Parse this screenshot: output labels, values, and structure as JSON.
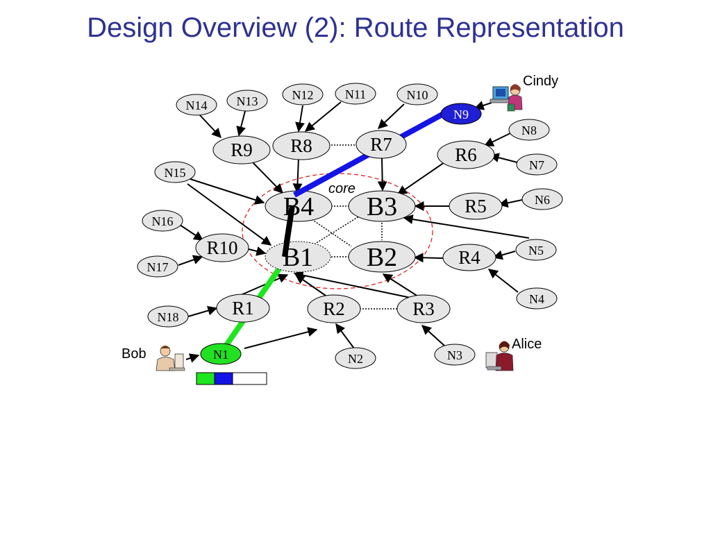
{
  "title": "Design Overview (2): Route Representation",
  "core_label": "core",
  "people": {
    "cindy": "Cindy",
    "alice": "Alice",
    "bob": "Bob"
  },
  "colors": {
    "title": "#2e3192",
    "node_fill": "#e6e6e6",
    "n9_fill": "#1f1fd6",
    "n1_fill": "#22e022",
    "blue_path": "#1414e6",
    "green_path": "#1ee61e",
    "black_path": "#000000",
    "core_ring": "#e02020"
  },
  "nodes": {
    "n14": "N14",
    "n13": "N13",
    "n12": "N12",
    "n11": "N11",
    "n10": "N10",
    "n9": "N9",
    "n8": "N8",
    "n7": "N7",
    "n6": "N6",
    "n5": "N5",
    "n4": "N4",
    "n3": "N3",
    "n2": "N2",
    "n1": "N1",
    "n15": "N15",
    "n16": "N16",
    "n17": "N17",
    "n18": "N18",
    "r9": "R9",
    "r8": "R8",
    "r7": "R7",
    "r6": "R6",
    "r5": "R5",
    "r4": "R4",
    "r3": "R3",
    "r2": "R2",
    "r1": "R1",
    "r10": "R10",
    "b4": "B4",
    "b3": "B3",
    "b2": "B2",
    "b1": "B1"
  },
  "route_bar": {
    "segments": [
      {
        "color": "#1ee61e",
        "meaning": "N1-B1"
      },
      {
        "color": "#1414e6",
        "meaning": "B4-N9"
      },
      {
        "color": "#ffffff",
        "meaning": "empty"
      }
    ]
  }
}
